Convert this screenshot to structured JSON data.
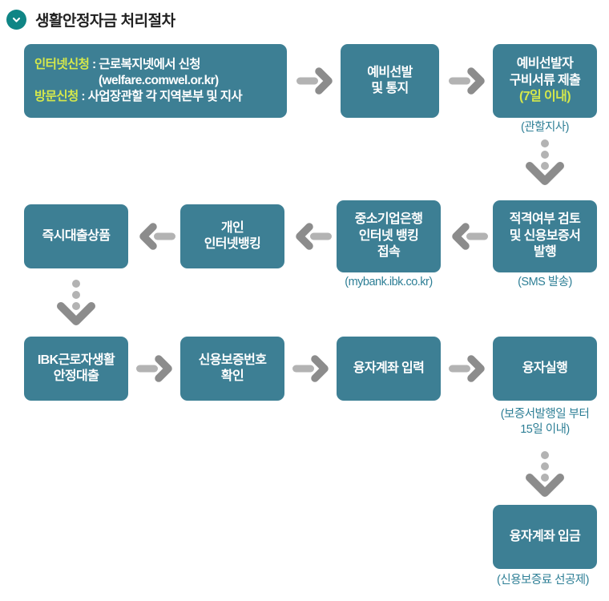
{
  "header": {
    "title": "생활안정자금 처리절차",
    "icon": "chevron-down-icon",
    "icon_bg": "#0f8585"
  },
  "theme": {
    "node_fill": "#3d7f94",
    "node_text": "#ffffff",
    "highlight_text": "#d5e84b",
    "caption_text": "#2e7f96",
    "arrow_bar": "#b3b3b3",
    "arrow_head": "#8c8c8c",
    "dot_color": "#b3b3b3"
  },
  "nodes": {
    "apply": {
      "label_internet": "인터넷신청",
      "text_internet": " : 근로복지넷에서 신청",
      "url": "(welfare.comwel.or.kr)",
      "label_visit": "방문신청",
      "text_visit": " : 사업장관할 각 지역본부 및 지사"
    },
    "preselect": {
      "line1": "예비선발",
      "line2": "및 통지"
    },
    "docs": {
      "line1": "예비선발자",
      "line2": "구비서류 제출",
      "line3": "(7일 이내)"
    },
    "review": {
      "line1": "적격여부 검토",
      "line2": "및 신용보증서",
      "line3": "발행"
    },
    "ibk_bank": {
      "line1": "중소기업은행",
      "line2": "인터넷 뱅킹",
      "line3": "접속"
    },
    "personal_banking": {
      "line1": "개인",
      "line2": "인터넷뱅킹"
    },
    "instant_loan": {
      "line1": "즉시대출상품"
    },
    "ibk_loan": {
      "line1": "IBK근로자생활",
      "line2": "안정대출"
    },
    "guarantee_no": {
      "line1": "신용보증번호",
      "line2": "확인"
    },
    "account_input": {
      "line1": "융자계좌 입력"
    },
    "loan_exec": {
      "line1": "융자실행"
    },
    "deposit": {
      "line1": "융자계좌 입금"
    }
  },
  "captions": {
    "jurisdiction": "(관할지사)",
    "sms": "(SMS 발송)",
    "mybank_url": "(mybank.ibk.co.kr)",
    "loan_exec_note_line1": "(보증서발행일 부터",
    "loan_exec_note_line2": "15일 이내)",
    "deposit_note": "(신용보증료 선공제)"
  },
  "arrows": {
    "right": "arrow-right",
    "left": "arrow-left",
    "down_dotted": "dotted-arrow-down"
  }
}
